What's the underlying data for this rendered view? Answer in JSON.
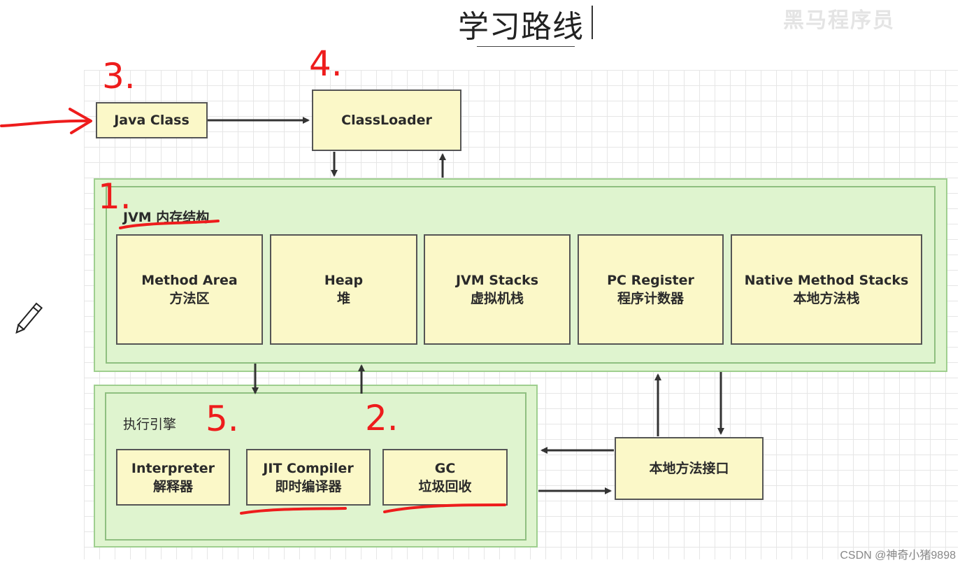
{
  "header": {
    "title": "学习路线",
    "watermark": "黑马程序员"
  },
  "footer": {
    "credit": "CSDN @神奇小猪9898"
  },
  "diagram": {
    "java_class": "Java Class",
    "class_loader": "ClassLoader",
    "jvm_memory": {
      "label": "JVM 内存结构",
      "areas": [
        {
          "en": "Method Area",
          "zh": "方法区"
        },
        {
          "en": "Heap",
          "zh": "堆"
        },
        {
          "en": "JVM Stacks",
          "zh": "虚拟机栈"
        },
        {
          "en": "PC Register",
          "zh": "程序计数器"
        },
        {
          "en": "Native Method Stacks",
          "zh": "本地方法栈"
        }
      ]
    },
    "execution_engine": {
      "label": "执行引擎",
      "components": [
        {
          "en": "Interpreter",
          "zh": "解释器"
        },
        {
          "en": "JIT Compiler",
          "zh": "即时编译器"
        },
        {
          "en": "GC",
          "zh": "垃圾回收"
        }
      ]
    },
    "native_interface": "本地方法接口"
  },
  "annotations": {
    "n1": "1.",
    "n2": "2.",
    "n3": "3.",
    "n4": "4.",
    "n5": "5.",
    "stroke_color": "#ee1c1c"
  },
  "icons": [
    "pencil-cursor-icon"
  ]
}
